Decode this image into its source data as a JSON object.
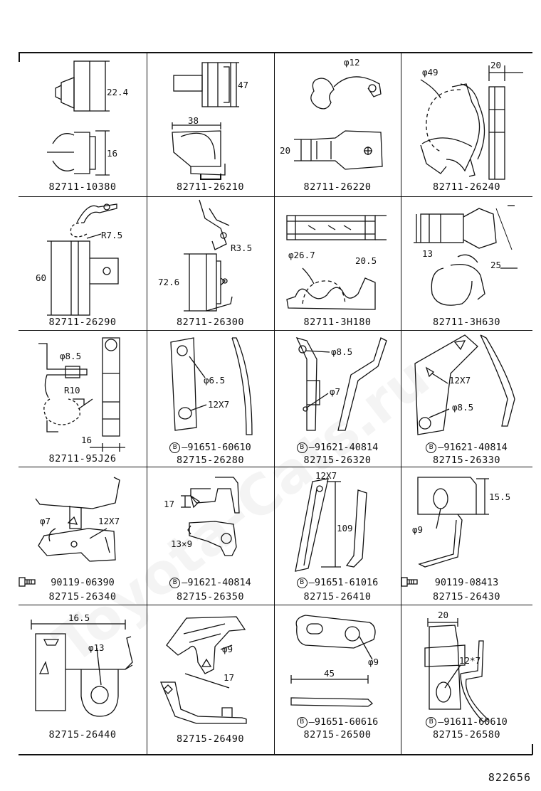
{
  "sheet_code": "822656",
  "watermark": "Toyota-Cats.ru",
  "cells": [
    {
      "part": "82711-10380",
      "dims": [
        "22.4",
        "16"
      ],
      "bolt": null
    },
    {
      "part": "82711-26210",
      "dims": [
        "47",
        "38"
      ],
      "bolt": null
    },
    {
      "part": "82711-26220",
      "dims": [
        "φ12",
        "20"
      ],
      "bolt": null
    },
    {
      "part": "82711-26240",
      "dims": [
        "φ49",
        "20"
      ],
      "bolt": null
    },
    {
      "part": "82711-26290",
      "dims": [
        "R7.5",
        "60"
      ],
      "bolt": null
    },
    {
      "part": "82711-26300",
      "dims": [
        "R3.5",
        "72.6"
      ],
      "bolt": null
    },
    {
      "part": "82711-3H180",
      "dims": [
        "φ26.7",
        "20.5"
      ],
      "bolt": null
    },
    {
      "part": "82711-3H630",
      "dims": [
        "13",
        "25"
      ],
      "bolt": null
    },
    {
      "part": "82711-95J26",
      "dims": [
        "φ8.5",
        "R10",
        "16"
      ],
      "bolt": null
    },
    {
      "part": "82715-26280",
      "dims": [
        "φ6.5",
        "12X7"
      ],
      "bolt": {
        "mark": "B",
        "part": "91651-60610"
      }
    },
    {
      "part": "82715-26320",
      "dims": [
        "φ8.5",
        "φ7"
      ],
      "bolt": {
        "mark": "B",
        "part": "91621-40814"
      }
    },
    {
      "part": "82715-26330",
      "dims": [
        "12X7",
        "φ8.5"
      ],
      "bolt": {
        "mark": "B",
        "part": "91621-40814"
      }
    },
    {
      "part": "82715-26340",
      "dims": [
        "φ7",
        "12X7"
      ],
      "bolt": {
        "mark": "screw",
        "part": "90119-06390"
      }
    },
    {
      "part": "82715-26350",
      "dims": [
        "17",
        "13×9"
      ],
      "bolt": {
        "mark": "B",
        "part": "91621-40814"
      }
    },
    {
      "part": "82715-26410",
      "dims": [
        "12X7",
        "109"
      ],
      "bolt": {
        "mark": "B",
        "part": "91651-61016"
      }
    },
    {
      "part": "82715-26430",
      "dims": [
        "15.5",
        "φ9"
      ],
      "bolt": {
        "mark": "screw",
        "part": "90119-08413"
      }
    },
    {
      "part": "82715-26440",
      "dims": [
        "16.5",
        "φ13"
      ],
      "bolt": null
    },
    {
      "part": "82715-26490",
      "dims": [
        "φ9",
        "17"
      ],
      "bolt": null
    },
    {
      "part": "82715-26500",
      "dims": [
        "φ9",
        "45"
      ],
      "bolt": {
        "mark": "B",
        "part": "91651-60616"
      }
    },
    {
      "part": "82715-26580",
      "dims": [
        "20",
        "12*7"
      ],
      "bolt": {
        "mark": "B",
        "part": "91611-60610"
      }
    }
  ]
}
